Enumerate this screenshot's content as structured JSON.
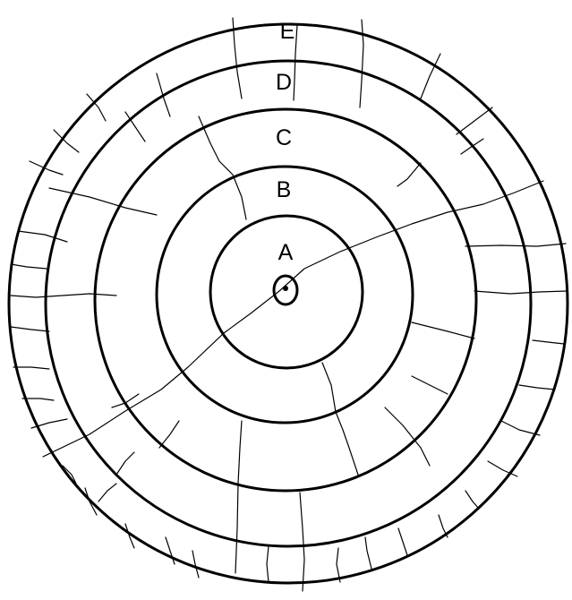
{
  "diagram": {
    "zones": [
      {
        "label": "A"
      },
      {
        "label": "B"
      },
      {
        "label": "C"
      },
      {
        "label": "D"
      },
      {
        "label": "E"
      }
    ],
    "colors": {
      "line": "#000000",
      "background": "#ffffff"
    }
  }
}
